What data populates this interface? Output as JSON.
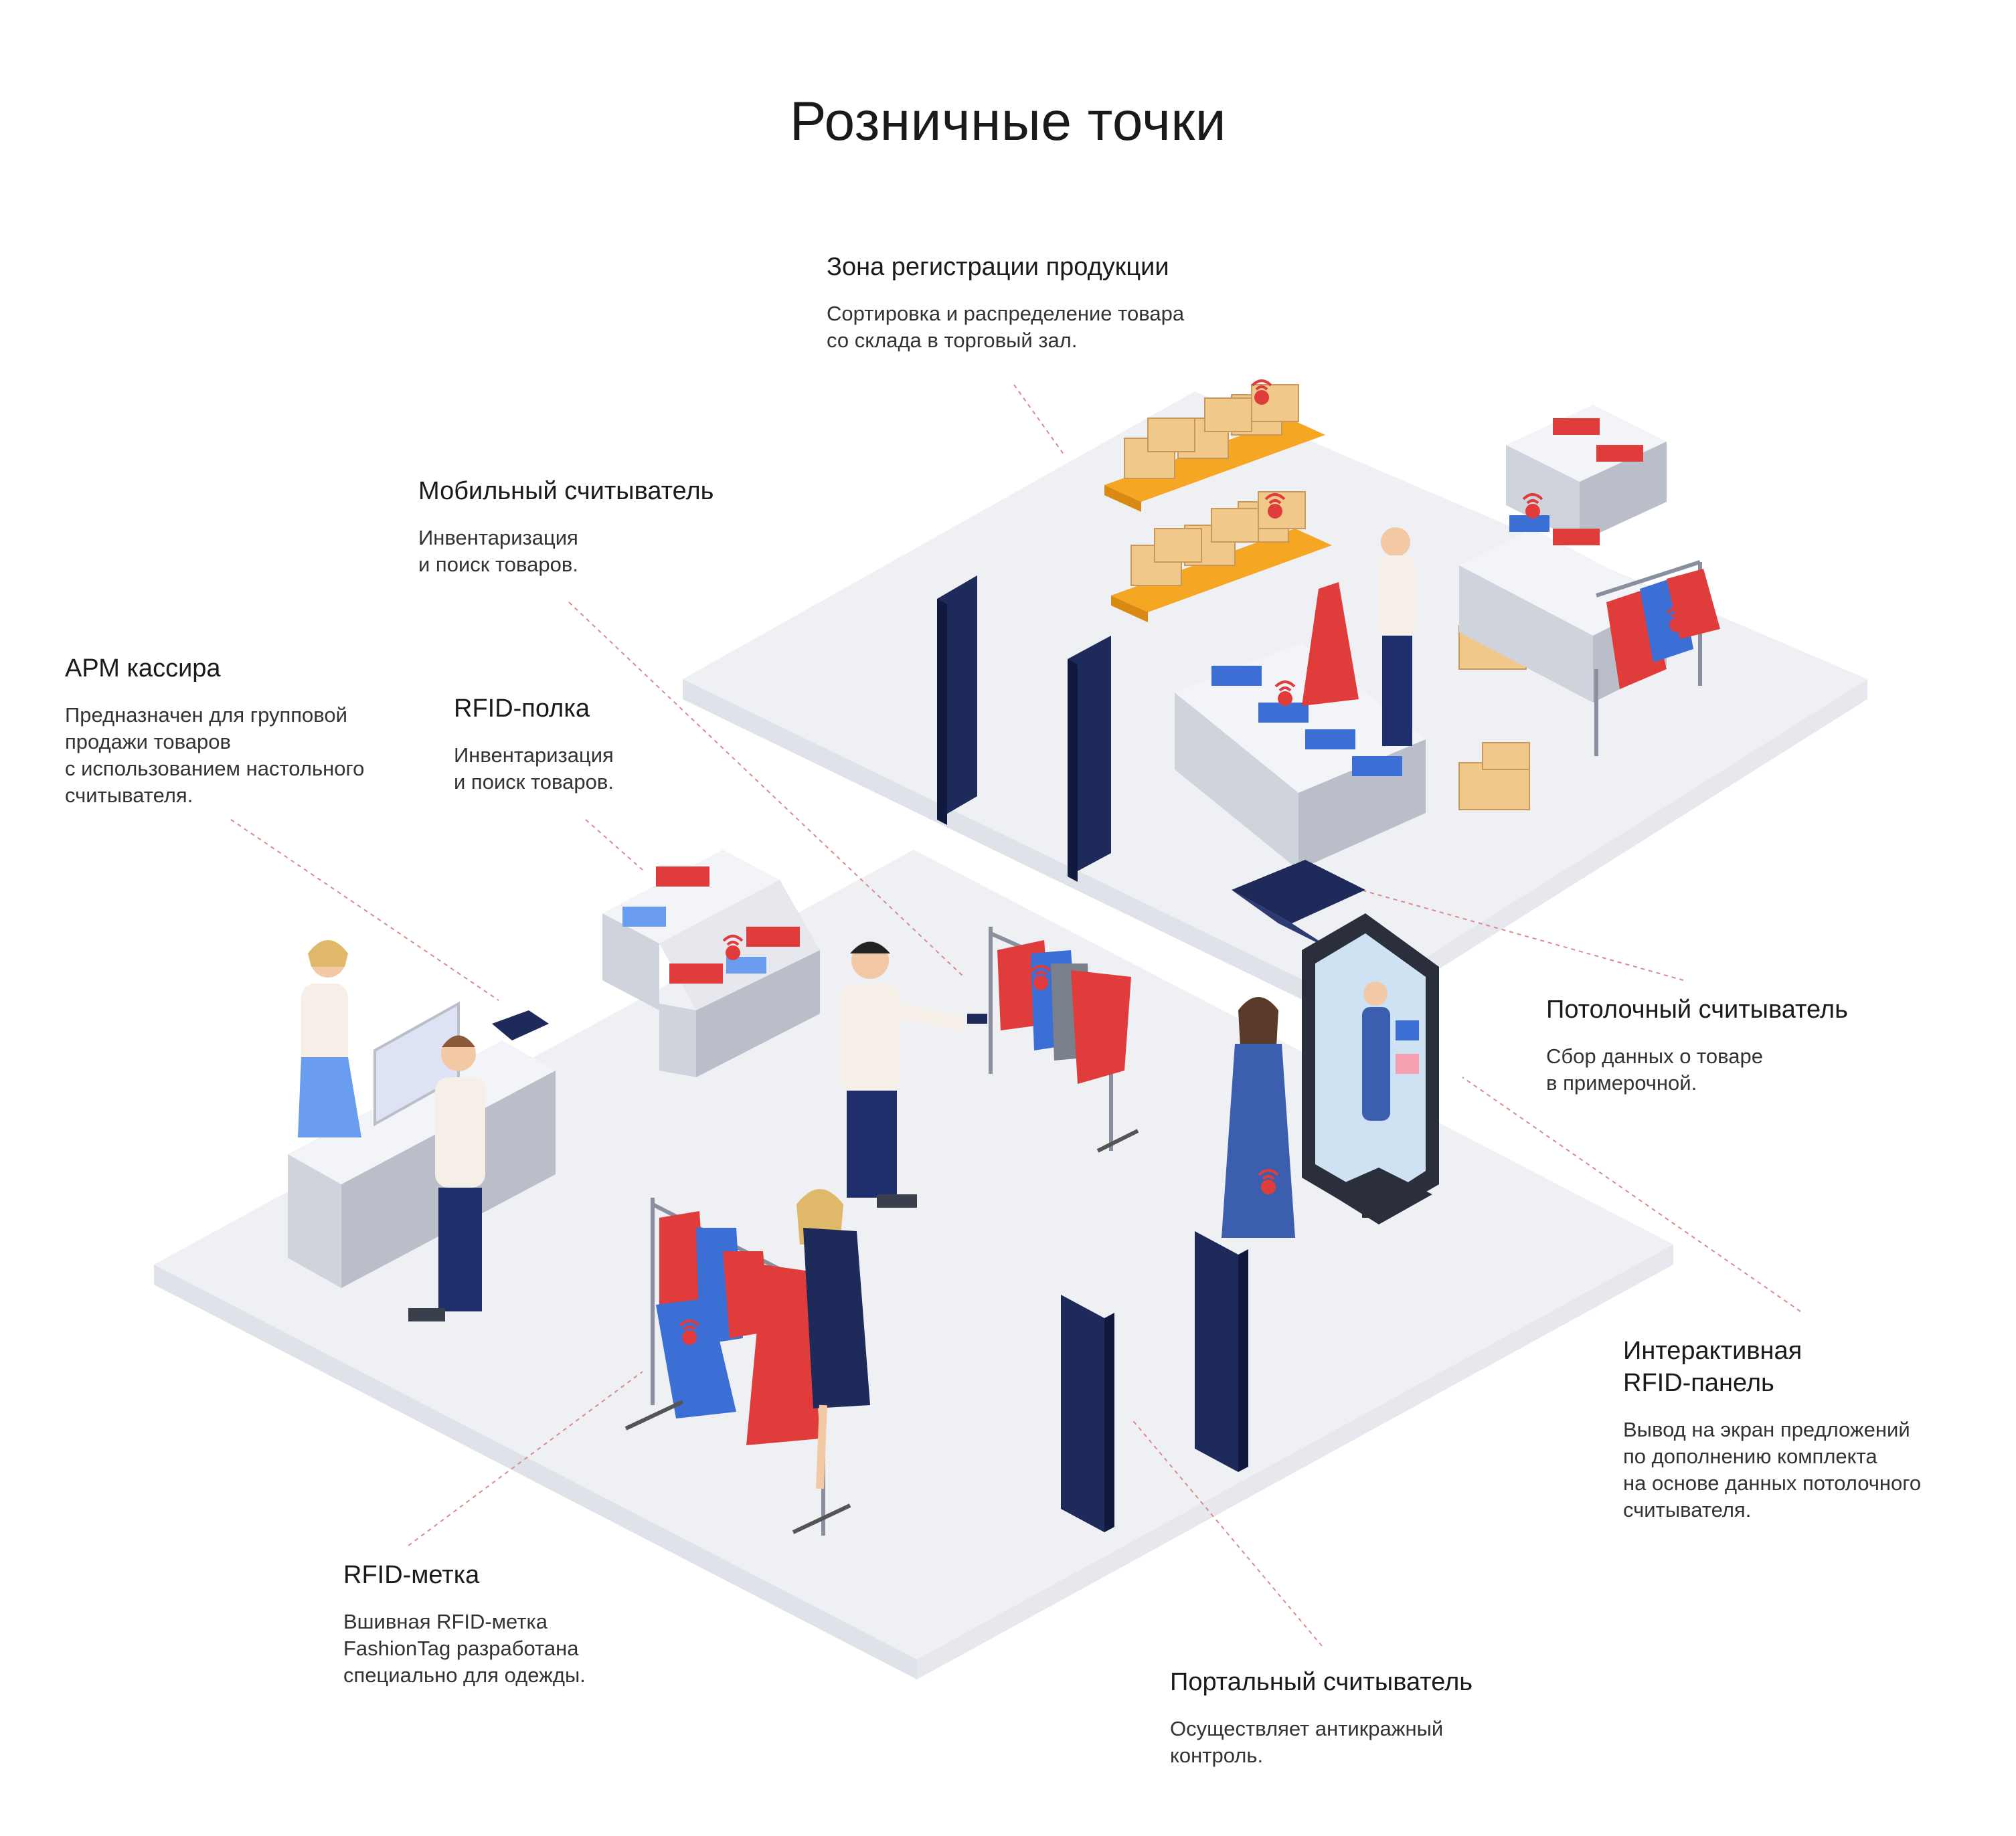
{
  "title": "Розничные точки",
  "callouts": {
    "registration": {
      "heading": "Зона регистрации продукции",
      "text": "Сортировка и распределение товара\nсо склада в торговый зал."
    },
    "mobile": {
      "heading": "Мобильный считыватель",
      "text": "Инвентаризация\nи поиск товаров."
    },
    "cashier": {
      "heading": "АРМ кассира",
      "text": "Предназначен для групповой\nпродажи товаров\nс использованием настольного\nсчитывателя."
    },
    "shelf": {
      "heading": "RFID-полка",
      "text": "Инвентаризация\nи поиск товаров."
    },
    "ceiling": {
      "heading": "Потолочный считыватель",
      "text": "Сбор данных о товаре\nв примерочной."
    },
    "panel": {
      "heading": "Интерактивная\nRFID-панель",
      "text": "Вывод на экран предложений\nпо дополнению комплекта\nна основе данных потолочного\nсчитывателя."
    },
    "tag": {
      "heading": "RFID-метка",
      "text": "Вшивная RFID-метка\nFashionTag разработана\nспециально для одежды."
    },
    "portal": {
      "heading": "Портальный считыватель",
      "text": "Осуществляет антикражный\nконтроль."
    }
  },
  "colors": {
    "floor": "#eef0f4",
    "floor_edge": "#dfe2e8",
    "leader": "#d98b8b",
    "portal": "#1e2a5a",
    "box": "#f0c98a",
    "pallet": "#f5a623",
    "red": "#e03c3c",
    "blue": "#3b6fd6",
    "grey_fixture": "#cfd3db"
  },
  "icons": [
    "rfid-signal-icon",
    "hanger-icon",
    "box-icon"
  ]
}
